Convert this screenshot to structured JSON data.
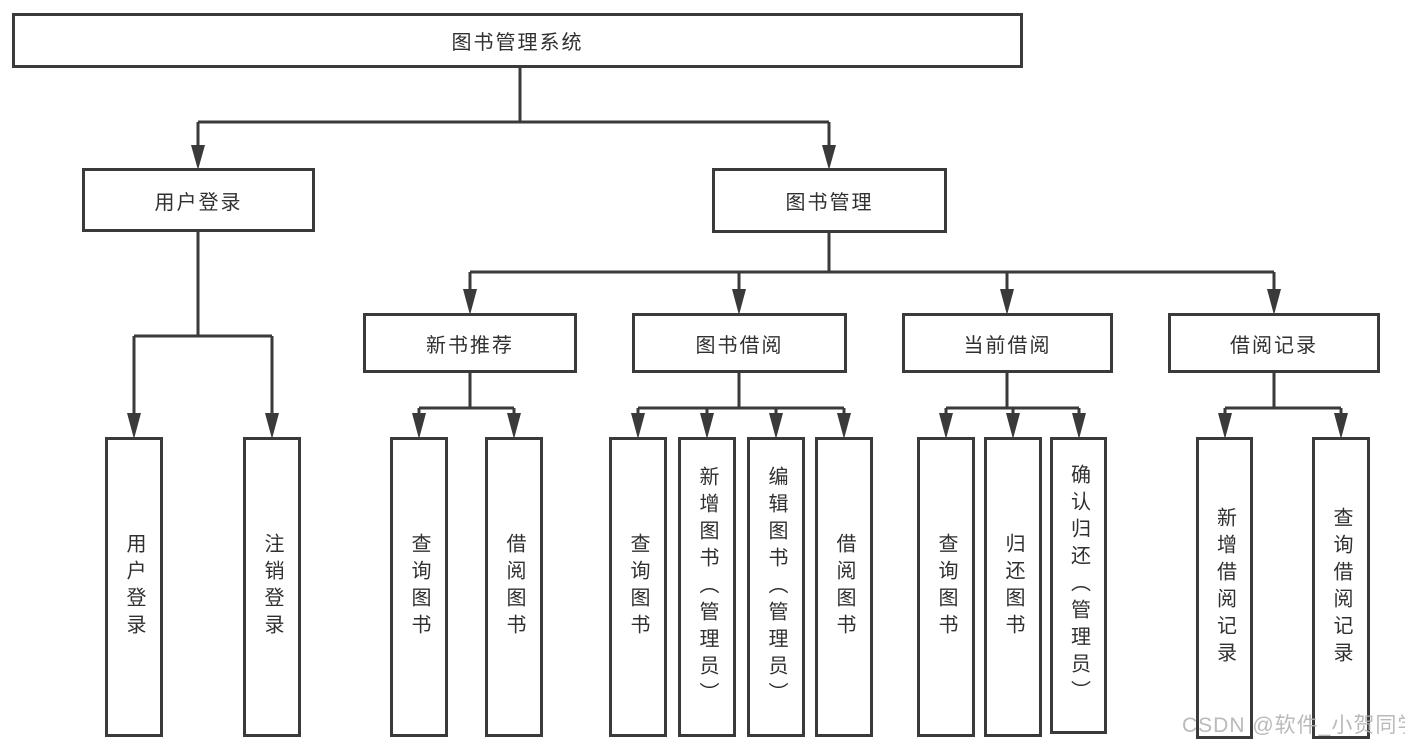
{
  "diagram": {
    "root": {
      "label": "图书管理系统"
    },
    "branches": [
      {
        "label": "用户登录",
        "children": [
          {
            "label": "用户登录"
          },
          {
            "label": "注销登录"
          }
        ]
      },
      {
        "label": "图书管理",
        "children": [
          {
            "label": "新书推荐",
            "children": [
              {
                "label": "查询图书"
              },
              {
                "label": "借阅图书"
              }
            ]
          },
          {
            "label": "图书借阅",
            "children": [
              {
                "label": "查询图书"
              },
              {
                "label": "新增图书（管理员）"
              },
              {
                "label": "编辑图书（管理员）"
              },
              {
                "label": "借阅图书"
              }
            ]
          },
          {
            "label": "当前借阅",
            "children": [
              {
                "label": "查询图书"
              },
              {
                "label": "归还图书"
              },
              {
                "label": "确认归还（管理员）"
              }
            ]
          },
          {
            "label": "借阅记录",
            "children": [
              {
                "label": "新增借阅记录"
              },
              {
                "label": "查询借阅记录"
              }
            ]
          }
        ]
      }
    ]
  },
  "watermark": {
    "text": "CSDN @软件_小贺同学"
  },
  "colors": {
    "line": "#3a3a3a",
    "text": "#303030",
    "watermark": "#b3b3b3",
    "background": "#ffffff"
  }
}
